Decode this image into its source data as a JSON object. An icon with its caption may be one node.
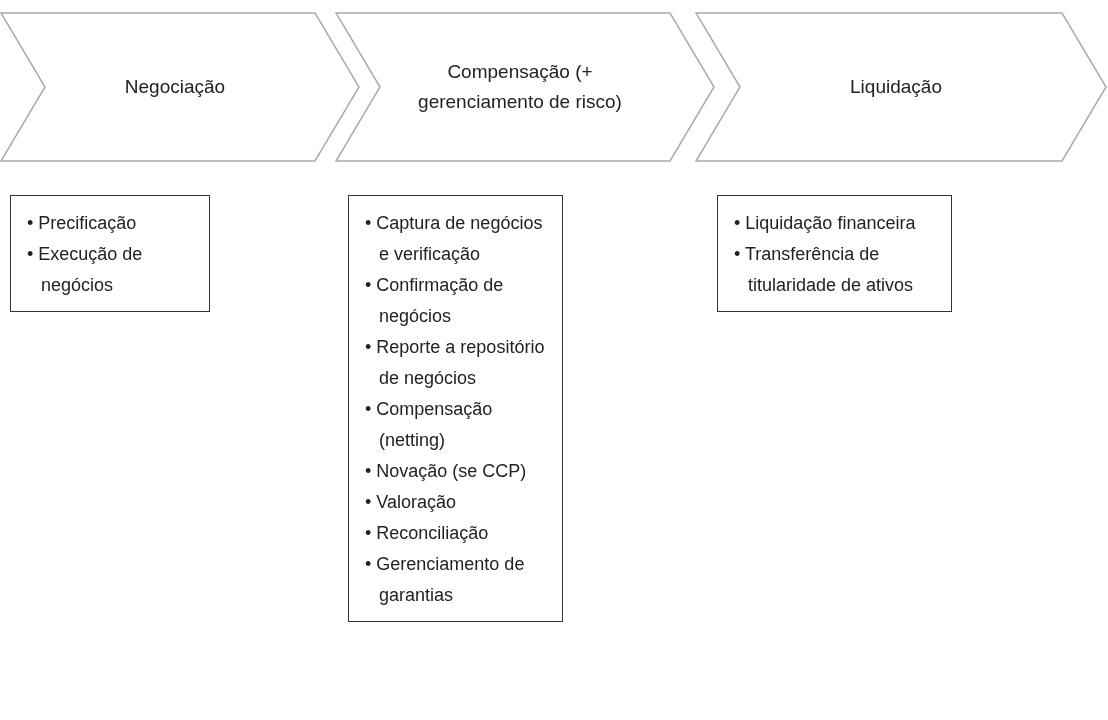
{
  "diagram": {
    "nodes": [
      {
        "text": [
          "Negociação"
        ]
      },
      {
        "text": [
          "Compensação (+ gerenciamento de risco)"
        ]
      },
      {
        "text": [
          "Liquidação"
        ]
      },
      {
        "text": [
          "• Precificação",
          "• Execução de negócios"
        ]
      },
      {
        "text": [
          "• Captura de negócios e verificação",
          "• Confirmação de negócios",
          "• Reporte a repositório de negócios",
          "• Compensação (netting)",
          "• Novação (se CCP)",
          "• Valoração",
          "• Reconciliação",
          "• Gerenciamento de garantias"
        ]
      },
      {
        "text": [
          "• Liquidação financeira",
          "• Transferência de titularidade de ativos"
        ]
      }
    ],
    "edges": []
  }
}
